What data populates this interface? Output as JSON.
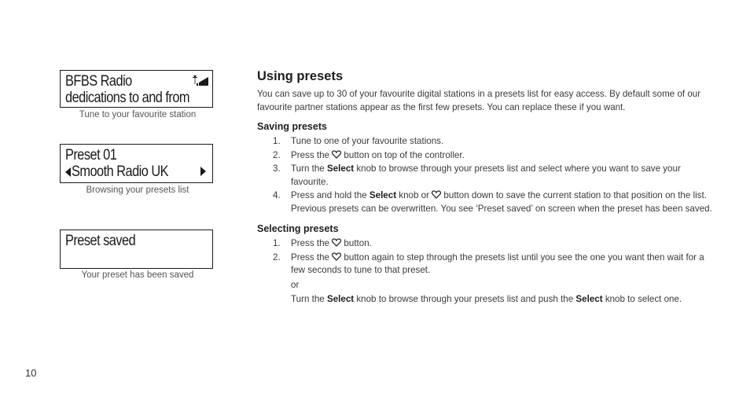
{
  "displays": [
    {
      "line1": "BFBS Radio",
      "line2": " dedications to and from",
      "icon": "signal-strength-icon",
      "caption": "Tune to your favourite station"
    },
    {
      "line1": "Preset 01",
      "line2": "Smooth Radio UK",
      "icon_left": "arrow-left-icon",
      "icon_right": "arrow-right-icon",
      "caption": "Browsing your presets list"
    },
    {
      "line1": "Preset saved",
      "line2": "",
      "caption": "Your preset has been saved"
    }
  ],
  "main": {
    "title": "Using presets",
    "intro": "You can save up to 30 of your favourite digital stations in a presets list for easy access. By default some of our favourite partner stations appear as the first few presets. You can replace these if you want.",
    "saving": {
      "heading": "Saving presets",
      "steps": [
        {
          "num": "1.",
          "parts": [
            "Tune to one of your favourite stations."
          ]
        },
        {
          "num": "2.",
          "pre": "Press the ",
          "icon": "heart-icon",
          "post": " button on top of the controller."
        },
        {
          "num": "3.",
          "pre": "Turn the ",
          "bold": "Select",
          "post": " knob to browse through your presets list and select where you want to save your favourite."
        },
        {
          "num": "4.",
          "pre": "Press and hold the ",
          "bold": "Select",
          "mid": " knob or ",
          "icon": "heart-icon",
          "post": " button down to save the current station to that position on the list. Previous presets can be overwritten. You see ‘Preset saved’ on screen when the preset has been saved."
        }
      ]
    },
    "selecting": {
      "heading": "Selecting presets",
      "steps": [
        {
          "num": "1.",
          "pre": "Press the ",
          "icon": "heart-icon",
          "post": " button."
        },
        {
          "num": "2.",
          "pre": "Press the ",
          "icon": "heart-icon",
          "post": " button again to step through the presets list until you see the one you want then wait for a few seconds to tune to that preset.",
          "or": "or",
          "alt_pre": "Turn the ",
          "alt_bold1": "Select",
          "alt_mid": " knob to browse through your presets list and push the ",
          "alt_bold2": "Select",
          "alt_post": " knob to select one."
        }
      ]
    }
  },
  "footer": {
    "page_number": "10"
  }
}
